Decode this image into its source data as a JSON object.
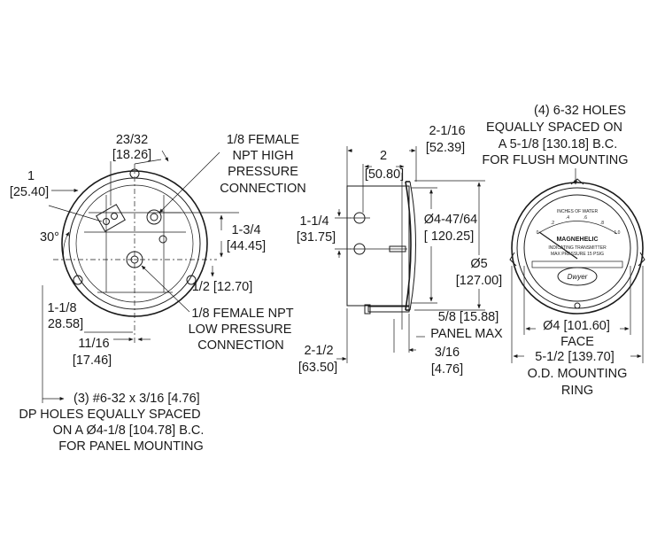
{
  "rear_view": {
    "dim_23_32": "23/32",
    "dim_23_32_mm": "[18.26]",
    "dim_1": "1",
    "dim_1_mm": "[25.40]",
    "angle": "30°",
    "high_conn_1": "1/8 FEMALE",
    "high_conn_2": "NPT HIGH",
    "high_conn_3": "PRESSURE",
    "high_conn_4": "CONNECTION",
    "dim_1_3_4": "1-3/4",
    "dim_1_3_4_mm": "[44.45]",
    "dim_1_2": "1/2 [12.70]",
    "dim_1_1_8": "1-1/8",
    "dim_1_1_8_mm": "28.58]",
    "dim_11_16": "11/16",
    "dim_11_16_mm": "[17.46]",
    "low_conn_1": "1/8 FEMALE NPT",
    "low_conn_2": "LOW PRESSURE",
    "low_conn_3": "CONNECTION",
    "dp_holes_1": "(3) #6-32 x 3/16 [4.76]",
    "dp_holes_2": "DP HOLES EQUALLY SPACED",
    "dp_holes_3": "ON A Ø4-1/8 [104.78] B.C.",
    "dp_holes_4": "FOR PANEL MOUNTING"
  },
  "side_view": {
    "dim_2": "2",
    "dim_2_mm": "[50.80]",
    "dim_2_1_16": "2-1/16",
    "dim_2_1_16_mm": "[52.39]",
    "dim_1_1_4": "1-1/4",
    "dim_1_1_4_mm": "[31.75]",
    "dim_4_47_64": "Ø4-47/64",
    "dim_4_47_64_mm": "[ 120.25]",
    "dim_5": "Ø5",
    "dim_5_mm": "[127.00]",
    "dim_5_8": "5/8 [15.88]",
    "panel_max": "PANEL MAX",
    "dim_2_1_2": "2-1/2",
    "dim_2_1_2_mm": "[63.50]",
    "dim_3_16": "3/16",
    "dim_3_16_mm": "[4.76]"
  },
  "front_view": {
    "holes_1": "(4) 6-32 HOLES",
    "holes_2": "EQUALLY SPACED ON",
    "holes_3": "A 5-1/8 [130.18] B.C.",
    "holes_4": "FOR FLUSH MOUNTING",
    "dial_top": "INCHES OF WATER",
    "dial_scale": [
      "0",
      ".2",
      ".4",
      ".6",
      ".8",
      "1.0"
    ],
    "brand": "MAGNEHELIC",
    "dial_sub1": "INDICATING TRANSMITTER",
    "dial_sub2": "MAX PRESSURE 15 PSIG",
    "logo": "Dwyer",
    "face_dim": "Ø4 [101.60]",
    "face": "FACE",
    "ring_dim": "5-1/2 [139.70]",
    "ring_1": "O.D. MOUNTING",
    "ring_2": "RING"
  }
}
